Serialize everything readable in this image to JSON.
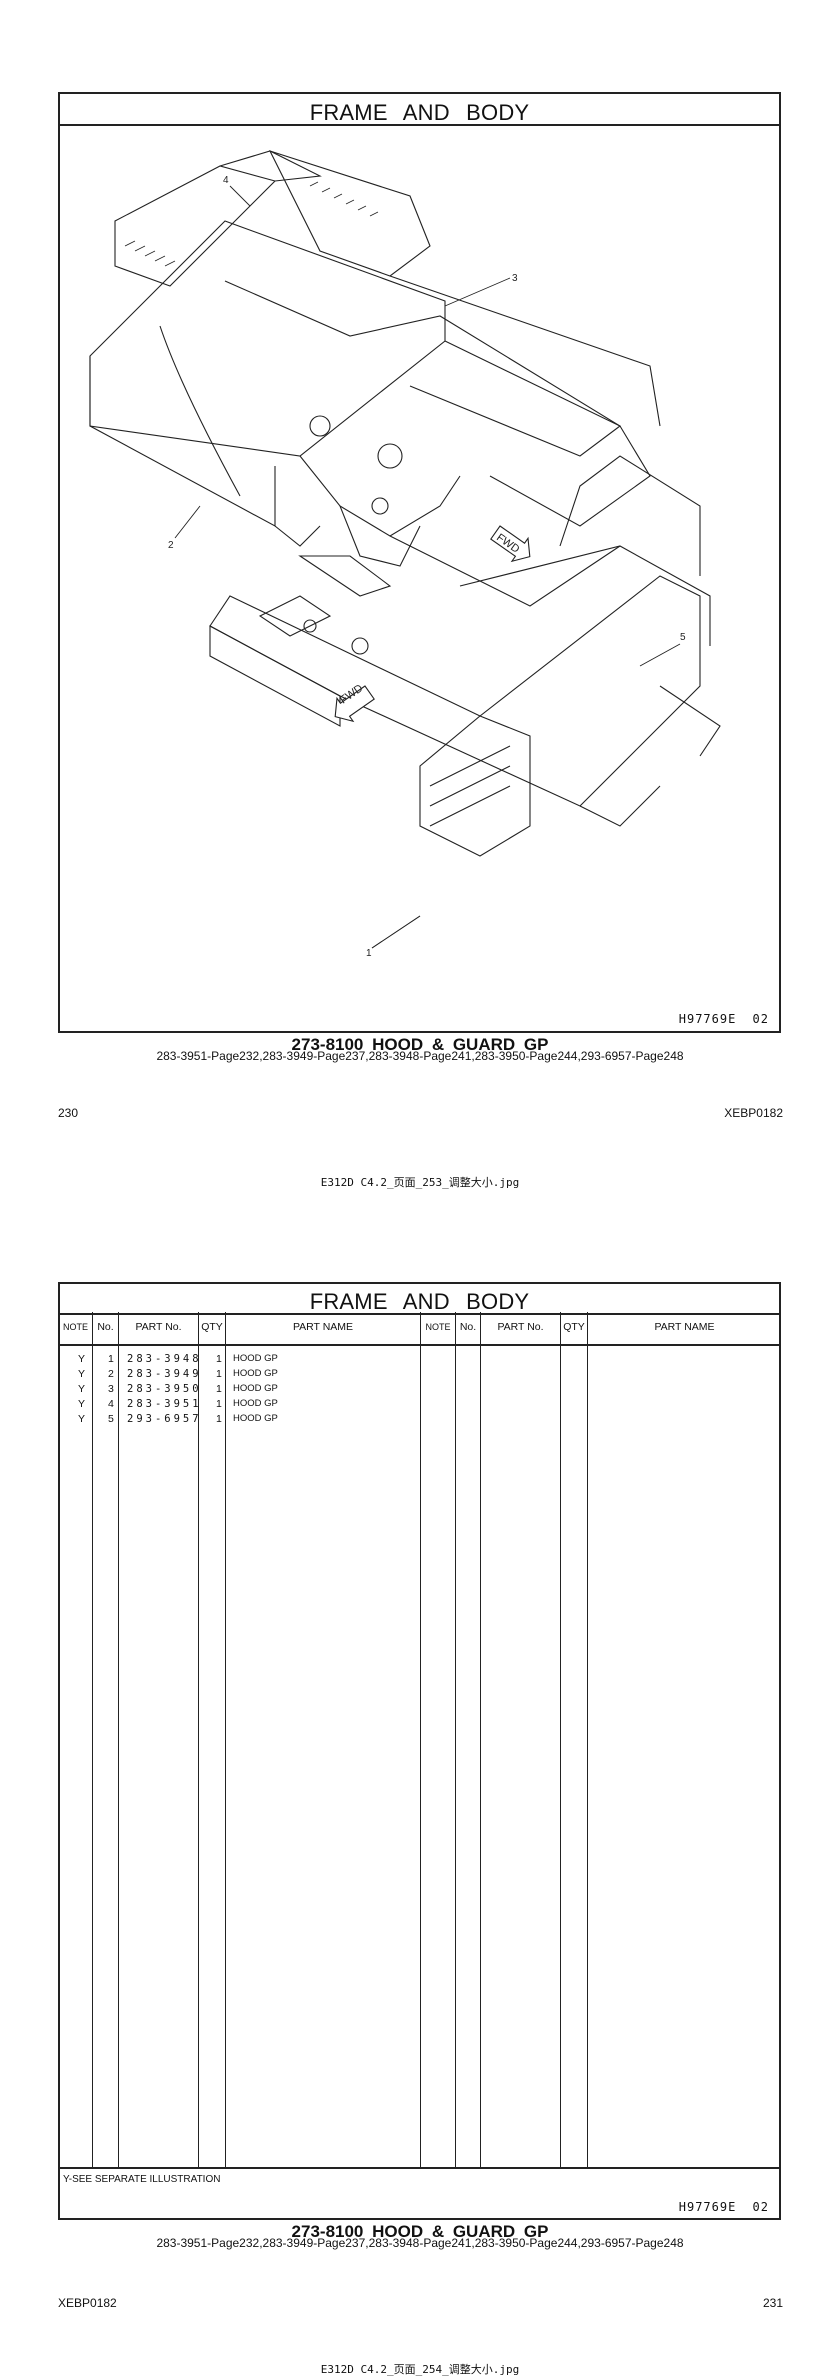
{
  "pages": [
    {
      "title": "FRAME AND BODY",
      "callouts": [
        "1",
        "2",
        "3",
        "4",
        "5"
      ],
      "fwd_label": "FWD",
      "drawing_code": "H97769E 02",
      "caption": "273-8100 HOOD & GUARD GP",
      "subcaption": "283-3951-Page232,283-3949-Page237,283-3948-Page241,283-3950-Page244,293-6957-Page248",
      "page_number": "230",
      "doc_code": "XEBP0182",
      "filename": "E312D  C4.2_页面_253_调整大小.jpg"
    },
    {
      "title": "FRAME AND BODY",
      "columns": [
        "NOTE",
        "No.",
        "PART No.",
        "QTY",
        "PART NAME",
        "NOTE",
        "No.",
        "PART No.",
        "QTY",
        "PART NAME"
      ],
      "rows": [
        {
          "note": "Y",
          "no": "1",
          "part_no": "283-3948",
          "qty": "1",
          "name": "HOOD GP"
        },
        {
          "note": "Y",
          "no": "2",
          "part_no": "283-3949",
          "qty": "1",
          "name": "HOOD GP"
        },
        {
          "note": "Y",
          "no": "3",
          "part_no": "283-3950",
          "qty": "1",
          "name": "HOOD GP"
        },
        {
          "note": "Y",
          "no": "4",
          "part_no": "283-3951",
          "qty": "1",
          "name": "HOOD GP"
        },
        {
          "note": "Y",
          "no": "5",
          "part_no": "293-6957",
          "qty": "1",
          "name": "HOOD GP"
        }
      ],
      "footnote": "Y-SEE SEPARATE ILLUSTRATION",
      "drawing_code": "H97769E 02",
      "caption": "273-8100 HOOD & GUARD GP",
      "subcaption": "283-3951-Page232,283-3949-Page237,283-3948-Page241,283-3950-Page244,293-6957-Page248",
      "page_number": "231",
      "doc_code": "XEBP0182",
      "filename": "E312D  C4.2_页面_254_调整大小.jpg"
    }
  ]
}
